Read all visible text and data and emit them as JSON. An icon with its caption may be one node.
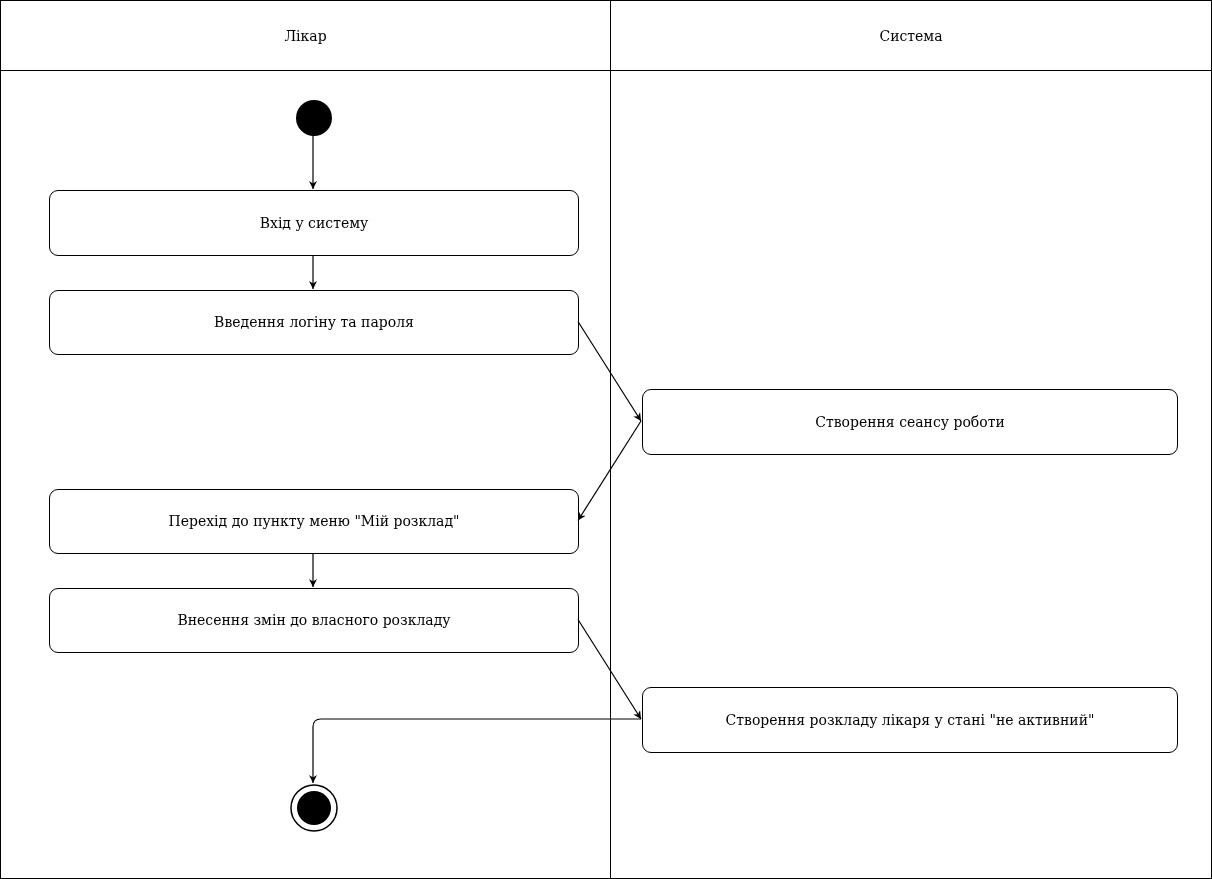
{
  "diagram": {
    "nodes": [
      {
        "text": [
          "Лікар"
        ]
      },
      {
        "text": [
          "Система"
        ]
      },
      {
        "text": [],
        "shape": "circle",
        "in": 0
      },
      {
        "text": [
          "Вхід у систему"
        ],
        "in": 0
      },
      {
        "text": [
          "Введення логіну та пароля"
        ],
        "in": 0
      },
      {
        "text": [
          "Створення сеансу роботи"
        ],
        "in": 1
      },
      {
        "text": [
          "Перехід до пункту меню \"Мій розклад\""
        ],
        "in": 0
      },
      {
        "text": [
          "Внесення змін до власного розкладу"
        ],
        "in": 0
      },
      {
        "text": [
          "Створення розкладу лікаря у стані \"не активний\""
        ],
        "in": 1
      },
      {
        "text": [],
        "shape": "bullseye",
        "in": 0
      }
    ],
    "edges": [
      {
        "from": 2,
        "to": 3,
        "arrow": "to"
      },
      {
        "from": 3,
        "to": 4,
        "arrow": "to"
      },
      {
        "from": 4,
        "to": 5,
        "arrow": "to"
      },
      {
        "from": 5,
        "to": 6,
        "arrow": "to"
      },
      {
        "from": 6,
        "to": 7,
        "arrow": "to"
      },
      {
        "from": 7,
        "to": 8,
        "arrow": "to"
      },
      {
        "from": 8,
        "to": 9,
        "arrow": "to"
      }
    ]
  }
}
